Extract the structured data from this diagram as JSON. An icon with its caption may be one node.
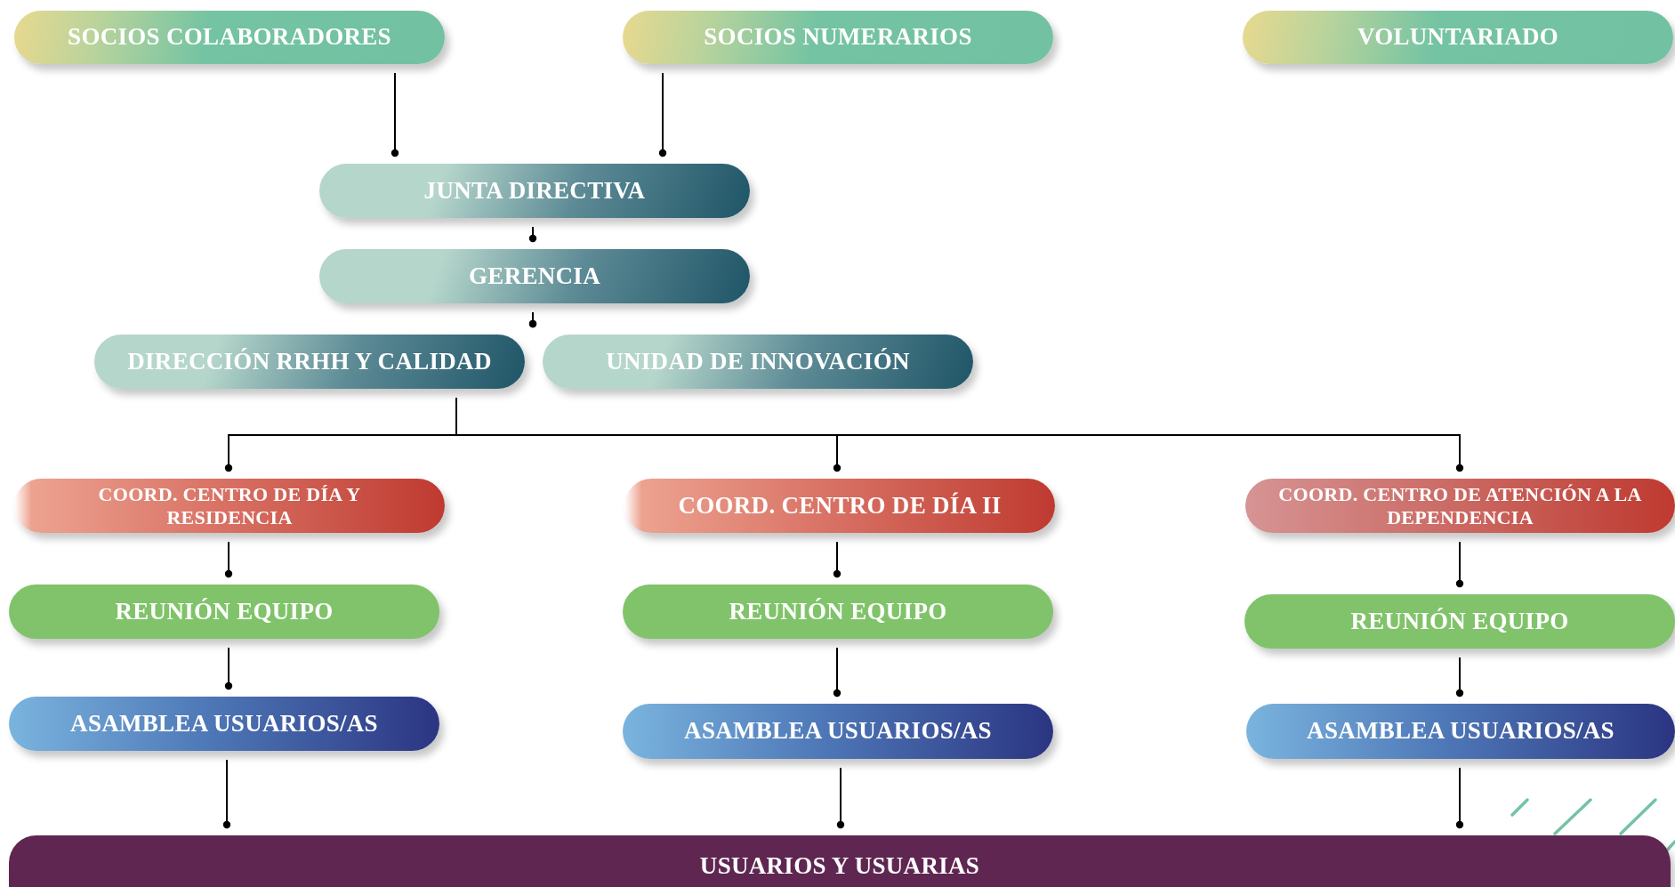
{
  "diagram": {
    "nodes": [
      {
        "text": [
          "SOCIOS COLABORADORES"
        ]
      },
      {
        "text": [
          "SOCIOS NUMERARIOS"
        ]
      },
      {
        "text": [
          "VOLUNTARIADO"
        ]
      },
      {
        "text": [
          "JUNTA DIRECTIVA"
        ]
      },
      {
        "text": [
          "GERENCIA"
        ]
      },
      {
        "text": [
          "DIRECCIÓN RRHH Y CALIDAD"
        ]
      },
      {
        "text": [
          "UNIDAD DE INNOVACIÓN"
        ]
      },
      {
        "text": [
          "COORD. CENTRO DE DÍA Y RESIDENCIA"
        ]
      },
      {
        "text": [
          "COORD. CENTRO DE DÍA II"
        ]
      },
      {
        "text": [
          "COORD. CENTRO DE ATENCIÓN A LA DEPENDENCIA"
        ]
      },
      {
        "text": [
          "REUNIÓN EQUIPO"
        ]
      },
      {
        "text": [
          "REUNIÓN EQUIPO"
        ]
      },
      {
        "text": [
          "REUNIÓN EQUIPO"
        ]
      },
      {
        "text": [
          "ASAMBLEA USUARIOS/AS"
        ]
      },
      {
        "text": [
          "ASAMBLEA USUARIOS/AS"
        ]
      },
      {
        "text": [
          "ASAMBLEA USUARIOS/AS"
        ]
      },
      {
        "text": [
          "USUARIOS Y USUARIAS"
        ]
      }
    ],
    "edges": [
      {
        "from": 0,
        "to": 3,
        "arrow": "other"
      },
      {
        "from": 1,
        "to": 3,
        "arrow": "other"
      },
      {
        "from": 3,
        "to": 4,
        "arrow": "other"
      },
      {
        "from": 4,
        "to": 5,
        "arrow": "other"
      },
      {
        "from": 4,
        "to": 6,
        "arrow": "other"
      },
      {
        "from": 5,
        "to": 7,
        "arrow": "other"
      },
      {
        "from": 5,
        "to": 8,
        "arrow": "other"
      },
      {
        "from": 5,
        "to": 9,
        "arrow": "other"
      },
      {
        "from": 7,
        "to": 10,
        "arrow": "other"
      },
      {
        "from": 8,
        "to": 11,
        "arrow": "other"
      },
      {
        "from": 9,
        "to": 12,
        "arrow": "other"
      },
      {
        "from": 10,
        "to": 13,
        "arrow": "other"
      },
      {
        "from": 11,
        "to": 14,
        "arrow": "other"
      },
      {
        "from": 12,
        "to": 15,
        "arrow": "other"
      },
      {
        "from": 13,
        "to": 16,
        "arrow": "other"
      },
      {
        "from": 14,
        "to": 16,
        "arrow": "other"
      },
      {
        "from": 15,
        "to": 16,
        "arrow": "other"
      }
    ]
  }
}
